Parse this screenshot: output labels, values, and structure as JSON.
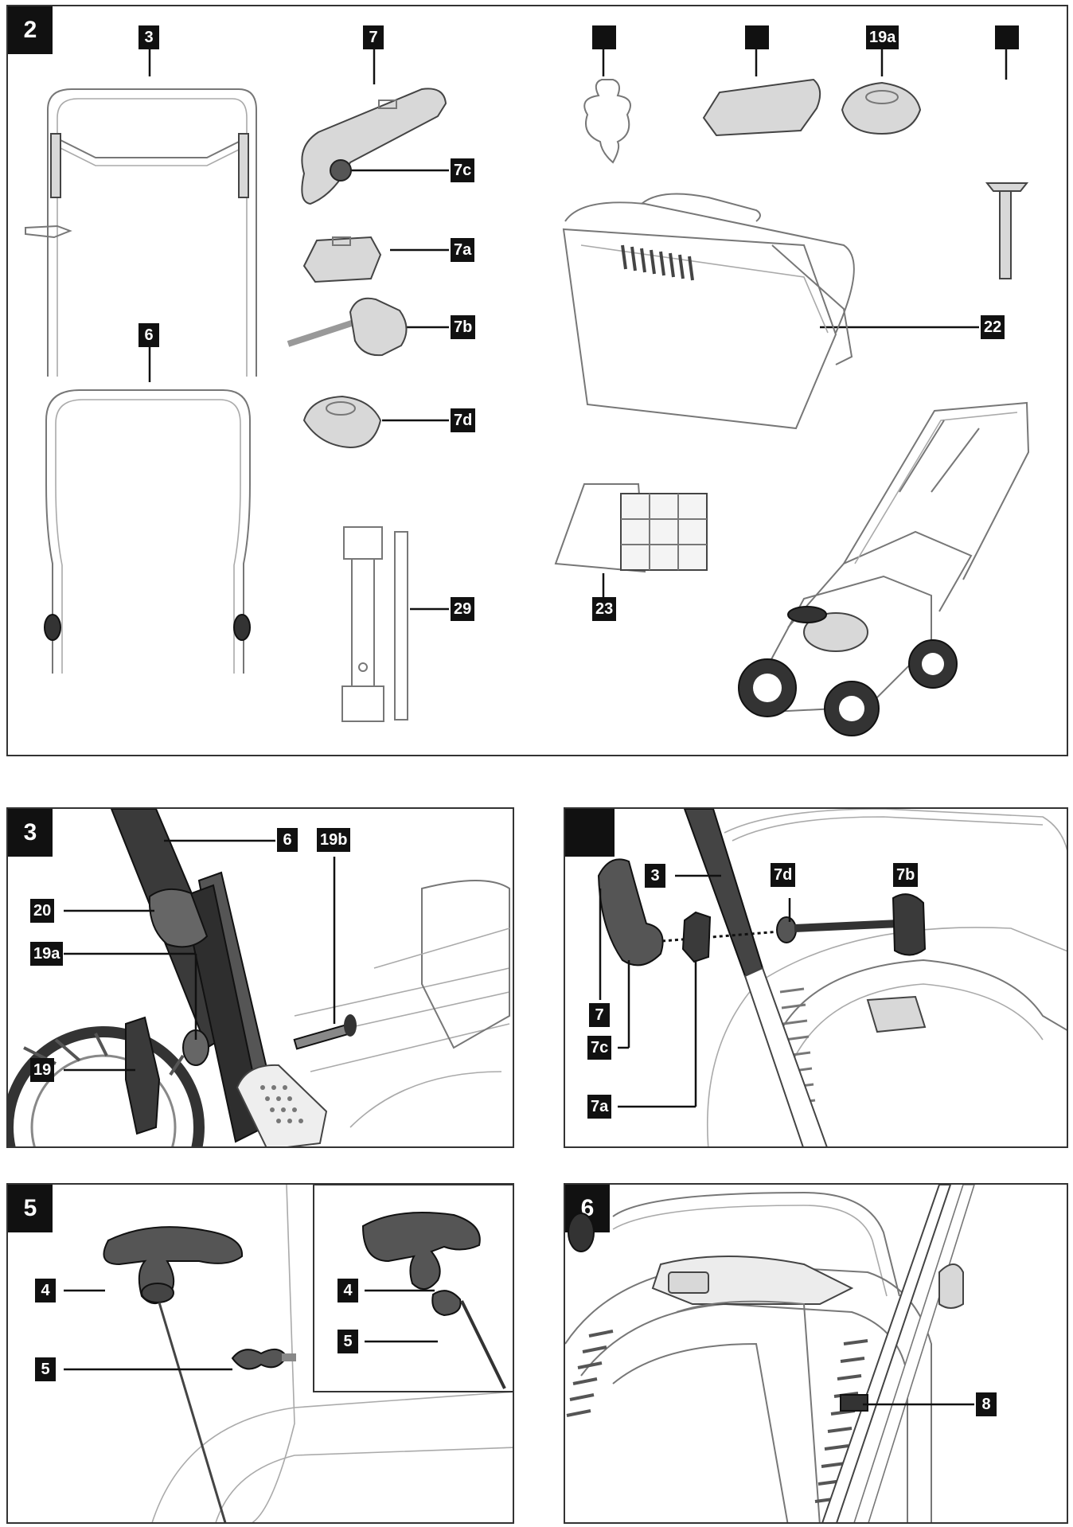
{
  "figures": {
    "fig2": {
      "number": "2",
      "labels": {
        "p3": "3",
        "p7": "7",
        "p19a": "19a",
        "p22": "22",
        "p7c": "7c",
        "p7a": "7a",
        "p6": "6",
        "p7b": "7b",
        "p7d": "7d",
        "p29": "29",
        "p23": "23",
        "blank1": "",
        "blank2": "",
        "blank3": ""
      }
    },
    "fig3": {
      "number": "3",
      "labels": {
        "p6": "6",
        "p19b": "19b",
        "p20": "20",
        "p19a": "19a",
        "p19": "19"
      }
    },
    "fig4": {
      "number": "",
      "labels": {
        "p3": "3",
        "p7d": "7d",
        "p7b": "7b",
        "p7": "7",
        "p7c": "7c",
        "p7a": "7a"
      }
    },
    "fig5": {
      "number": "5",
      "labels": {
        "p4": "4",
        "p5": "5",
        "p4_inset": "4",
        "p5_inset": "5"
      }
    },
    "fig6": {
      "number": "6",
      "labels": {
        "p8": "8"
      }
    }
  }
}
